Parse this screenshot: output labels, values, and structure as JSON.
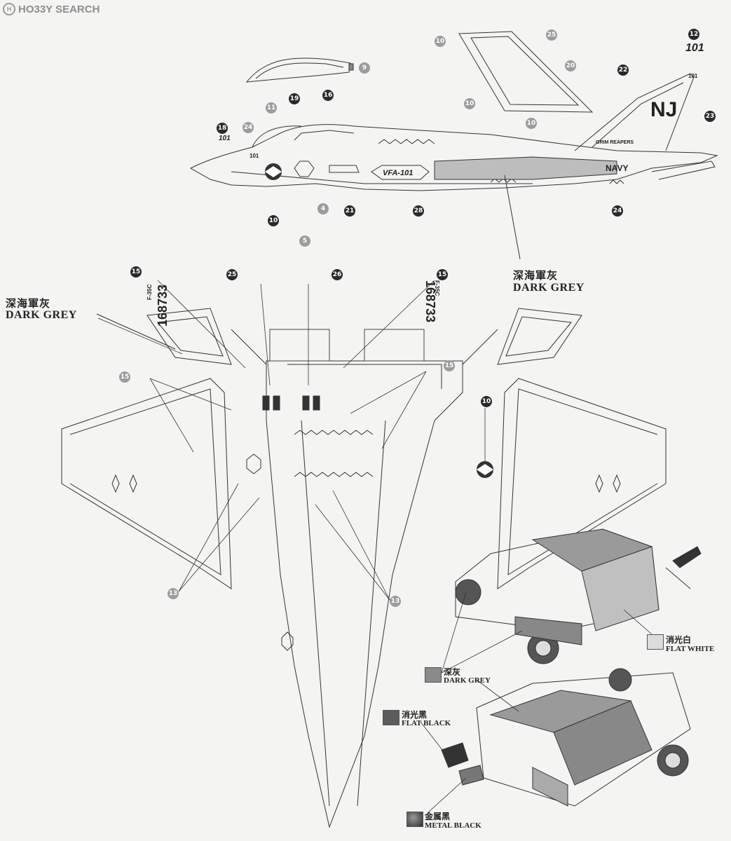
{
  "watermark": {
    "logo_glyph": "H",
    "text": "HO33Y SEARCH"
  },
  "callouts": {
    "c4": "4",
    "c5": "5",
    "c9": "9",
    "c10": "10",
    "c11": "11",
    "c12": "12",
    "c13": "13",
    "c15": "15",
    "c16": "16",
    "c18": "18",
    "c19": "19",
    "c20": "20",
    "c21": "21",
    "c22": "22",
    "c23": "23",
    "c24": "24",
    "c25": "25",
    "c26": "26",
    "c28": "28"
  },
  "markings": {
    "modex": "101",
    "tail_code": "NJ",
    "squadron": "VFA-101",
    "navy": "NAVY",
    "grim_reapers": "GRIM REAPERS",
    "serial": "168733",
    "type": "F-35C"
  },
  "labels": {
    "dark_grey_cn": "深海軍灰",
    "dark_grey_en": "DARK GREY"
  },
  "legend": {
    "dark_grey": {
      "cn": "深灰",
      "en": "DARK GREY",
      "color": "#8a8a8a"
    },
    "flat_black": {
      "cn": "消光黑",
      "en": "FLAT BLACK",
      "color": "#5c5c5c"
    },
    "metal_black": {
      "cn": "金属黑",
      "en": "METAL BLACK",
      "color": "#3a3a3a"
    },
    "flat_white": {
      "cn": "消光白",
      "en": "FLAT WHITE",
      "color": "#dcdcdc"
    }
  }
}
